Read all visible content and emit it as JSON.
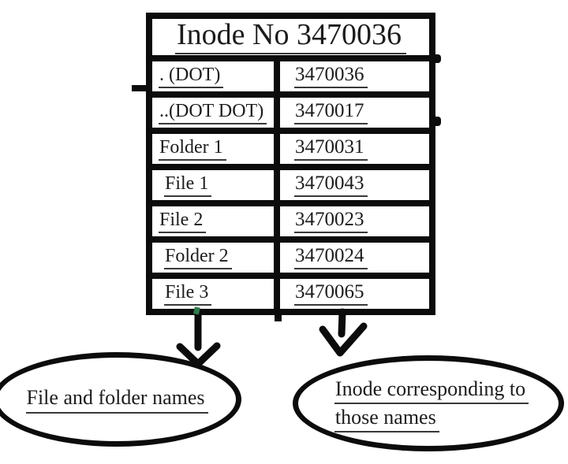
{
  "diagram": {
    "title": "Inode No 3470036",
    "table": {
      "rows": [
        {
          "name": ". (DOT)",
          "inode": "3470036"
        },
        {
          "name": "..(DOT DOT)",
          "inode": "3470017"
        },
        {
          "name": "Folder 1",
          "inode": "3470031"
        },
        {
          "name": "File 1",
          "inode": "3470043"
        },
        {
          "name": "File 2",
          "inode": "3470023"
        },
        {
          "name": "Folder 2",
          "inode": "3470024"
        },
        {
          "name": "File 3",
          "inode": "3470065"
        }
      ]
    },
    "callouts": {
      "left": {
        "text": "File and folder names"
      },
      "right": {
        "line1": "Inode corresponding to",
        "line2": "those names"
      }
    },
    "colors": {
      "ink": "#0c0c0c",
      "underline": "#383838",
      "accent_green": "#2f7a4d",
      "background": "#ffffff"
    }
  }
}
